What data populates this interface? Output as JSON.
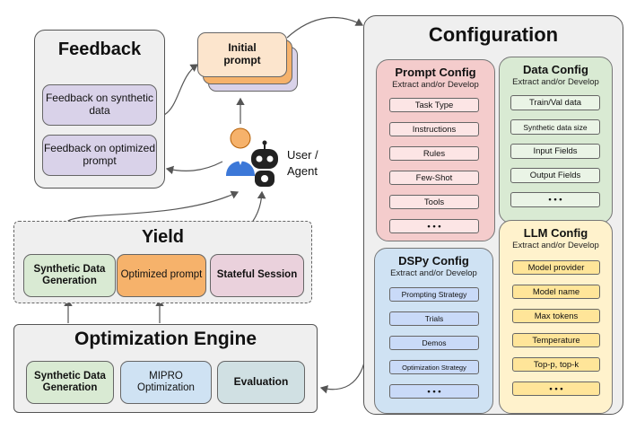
{
  "feedback": {
    "title": "Feedback",
    "items": [
      "Feedback on synthetic data",
      "Feedback on optimized prompt"
    ]
  },
  "initial_prompt": "Initial prompt",
  "user_agent": "User / Agent",
  "yield": {
    "title": "Yield",
    "items": [
      "Synthetic Data Generation",
      "Optimized prompt",
      "Stateful Session"
    ]
  },
  "optimization_engine": {
    "title": "Optimization Engine",
    "items": [
      "Synthetic Data Generation",
      "MIPRO Optimization",
      "Evaluation"
    ]
  },
  "configuration": {
    "title": "Configuration",
    "prompt_config": {
      "title": "Prompt Config",
      "subtitle": "Extract and/or Develop",
      "items": [
        "Task Type",
        "Instructions",
        "Rules",
        "Few-Shot",
        "Tools",
        "• • •"
      ]
    },
    "data_config": {
      "title": "Data Config",
      "subtitle": "Extract and/or Develop",
      "items": [
        "Train/Val data",
        "Synthetic data size",
        "Input Fields",
        "Output Fields",
        "• • •"
      ]
    },
    "dspy_config": {
      "title": "DSPy Config",
      "subtitle": "Extract and/or Develop",
      "items": [
        "Prompting Strategy",
        "Trials",
        "Demos",
        "Optimization Strategy",
        "• • •"
      ]
    },
    "llm_config": {
      "title": "LLM Config",
      "subtitle": "Extract and/or Develop",
      "items": [
        "Model provider",
        "Model name",
        "Max tokens",
        "Temperature",
        "Top-p, top-k",
        "• • •"
      ]
    }
  },
  "colors": {
    "purple": "#d9d2e9",
    "orange": "#f6b26b",
    "green": "#d9ead3",
    "blue": "#cfe2f3",
    "pink": "#ead1dc",
    "teal": "#d0e0e3",
    "prompt_panel": "#f4cccc",
    "data_panel": "#d9ead3",
    "dspy_panel": "#cfe2f3",
    "llm_panel": "#fff2cc",
    "llm_item": "#ffe599"
  }
}
